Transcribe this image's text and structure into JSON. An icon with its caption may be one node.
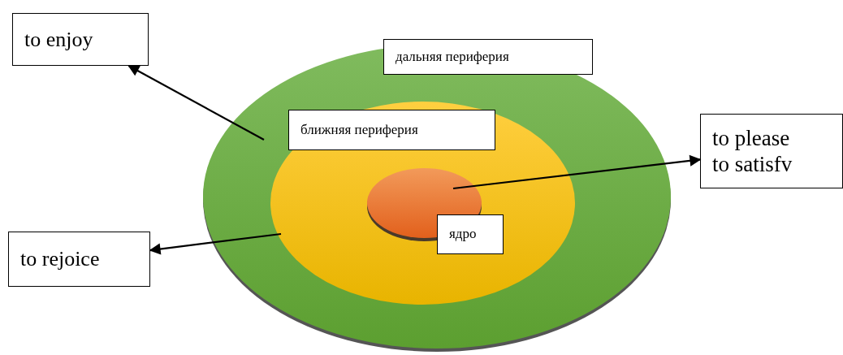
{
  "diagram": {
    "nodes": [
      {
        "text": [
          "дальняя периферия"
        ]
      },
      {
        "text": [
          "ближняя периферия"
        ],
        "in": 0
      },
      {
        "text": [
          "ядро"
        ],
        "in": 1
      },
      {
        "text": [
          "to enjoy"
        ]
      },
      {
        "text": [
          "to please",
          "to satisfv"
        ]
      },
      {
        "text": [
          "to rejoice"
        ]
      }
    ],
    "edges": [
      {
        "from": 0,
        "to": 3,
        "arrow": "to"
      },
      {
        "from": 2,
        "to": 4,
        "arrow": "to"
      },
      {
        "from": 1,
        "to": 5,
        "arrow": "to"
      }
    ]
  }
}
